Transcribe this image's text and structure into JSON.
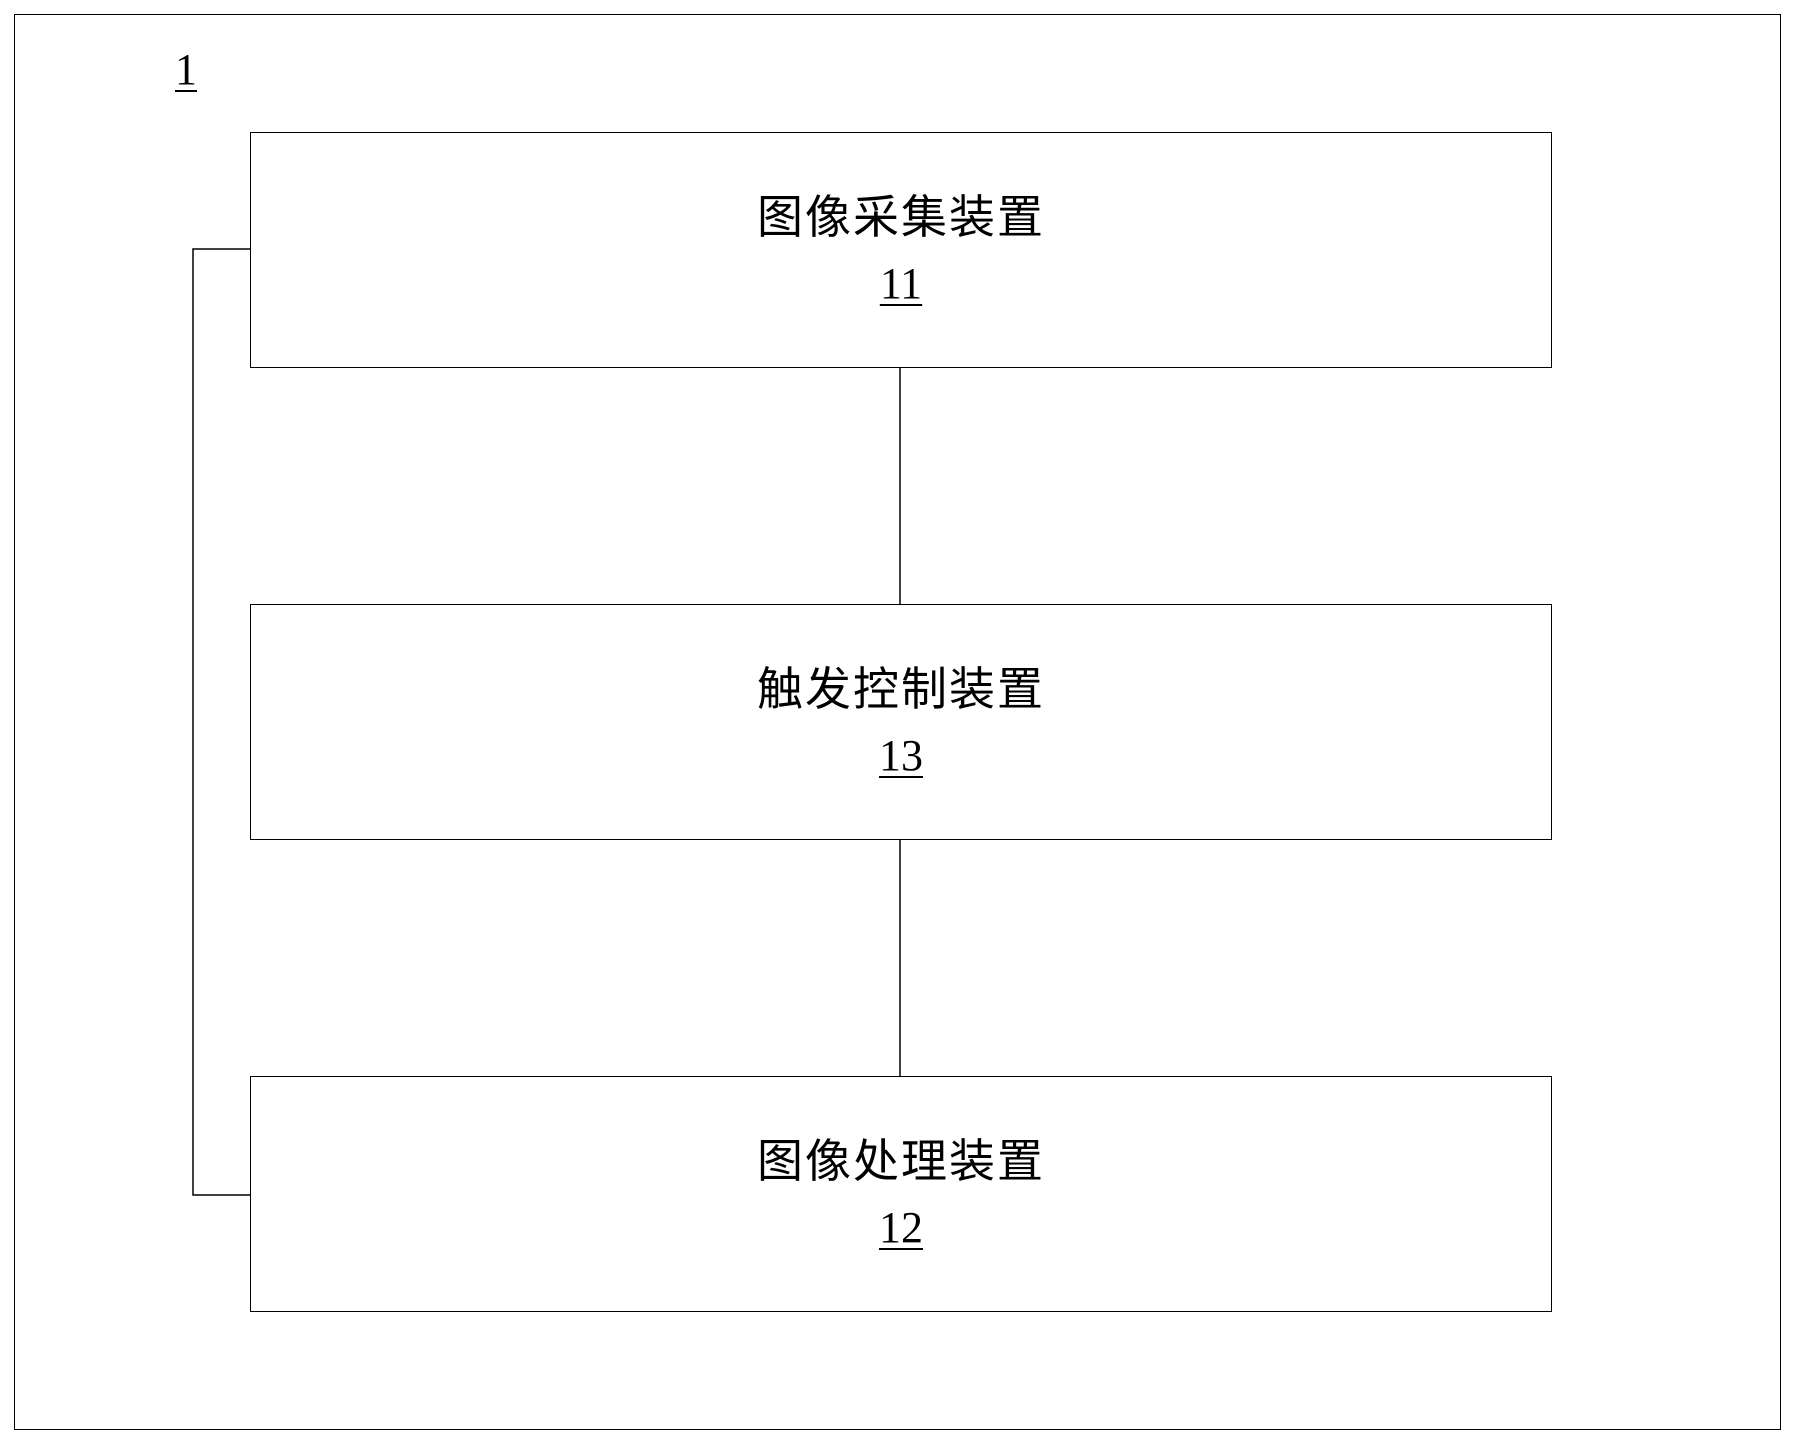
{
  "diagram": {
    "system_label": "1",
    "blocks": [
      {
        "title": "图像采集装置",
        "number": "11"
      },
      {
        "title": "触发控制装置",
        "number": "13"
      },
      {
        "title": "图像处理装置",
        "number": "12"
      }
    ]
  }
}
